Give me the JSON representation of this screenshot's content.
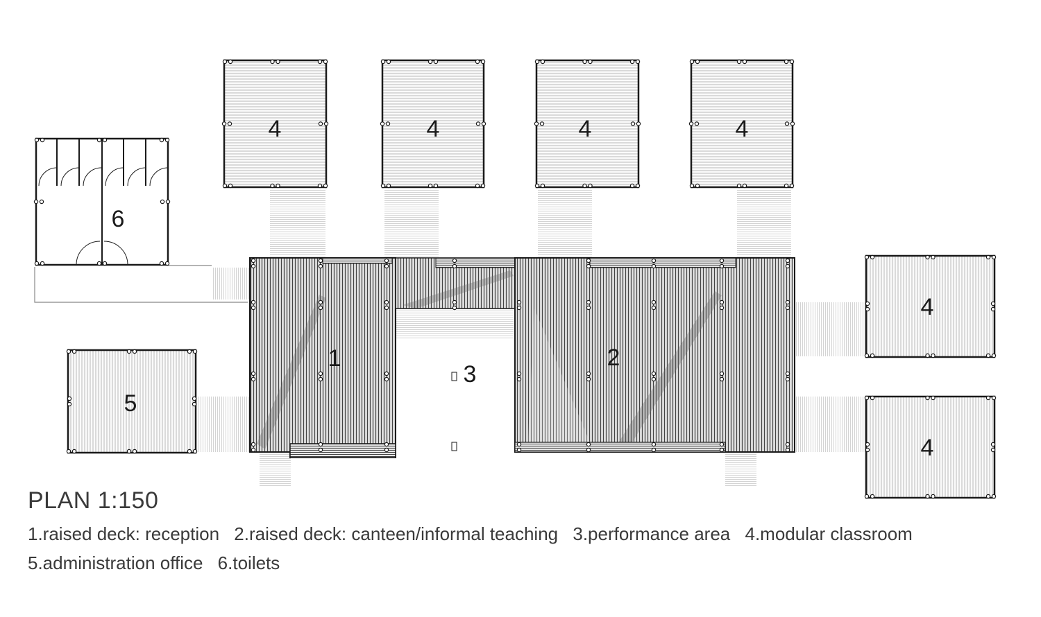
{
  "caption": {
    "title": "PLAN 1:150",
    "legend": [
      "1.raised deck: reception",
      "2.raised deck: canteen/informal teaching",
      "3.performance area",
      "4.modular classroom",
      "5.administration office",
      "6.toilets"
    ]
  },
  "zones": [
    {
      "label": "1"
    },
    {
      "label": "2"
    },
    {
      "label": "3"
    },
    {
      "label": "4"
    },
    {
      "label": "5"
    },
    {
      "label": "6"
    }
  ],
  "colors": {
    "line": "#1a1a1a",
    "deck": "#555555",
    "light": "#b0b0b0"
  }
}
